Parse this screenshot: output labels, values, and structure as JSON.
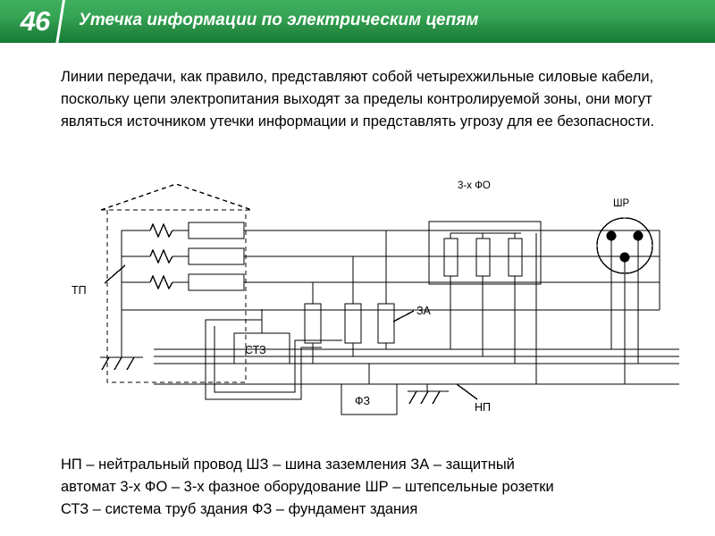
{
  "header": {
    "slide_number": "46",
    "title": "Утечка информации по электрическим цепям",
    "gradient_top_color": "#3fb05f",
    "gradient_bottom_color": "#167a34",
    "text_color": "#ffffff"
  },
  "intro": {
    "paragraph": "Линии передачи, как правило, представляют собой четырехжильные силовые кабели, поскольку цепи электропитания выходят за пределы контролируемой зоны, они могут являться источником утечки информации и представлять угрозу для ее безопасности."
  },
  "diagram": {
    "line_color": "#000000",
    "labels": {
      "tp": "ТП",
      "stz": "СТЗ",
      "za": "ЗА",
      "fz": "ФЗ",
      "np": "НП",
      "fo": "3-х ФО",
      "shr": "ШР"
    }
  },
  "legend": {
    "line1": "НП – нейтральный провод  ШЗ – шина заземления ЗА – защитный",
    "line2": "автомат 3-х ФО – 3-х фазное оборудование  ШР – штепсельные розетки",
    "line3": "СТЗ – система труб здания  ФЗ – фундамент здания"
  }
}
